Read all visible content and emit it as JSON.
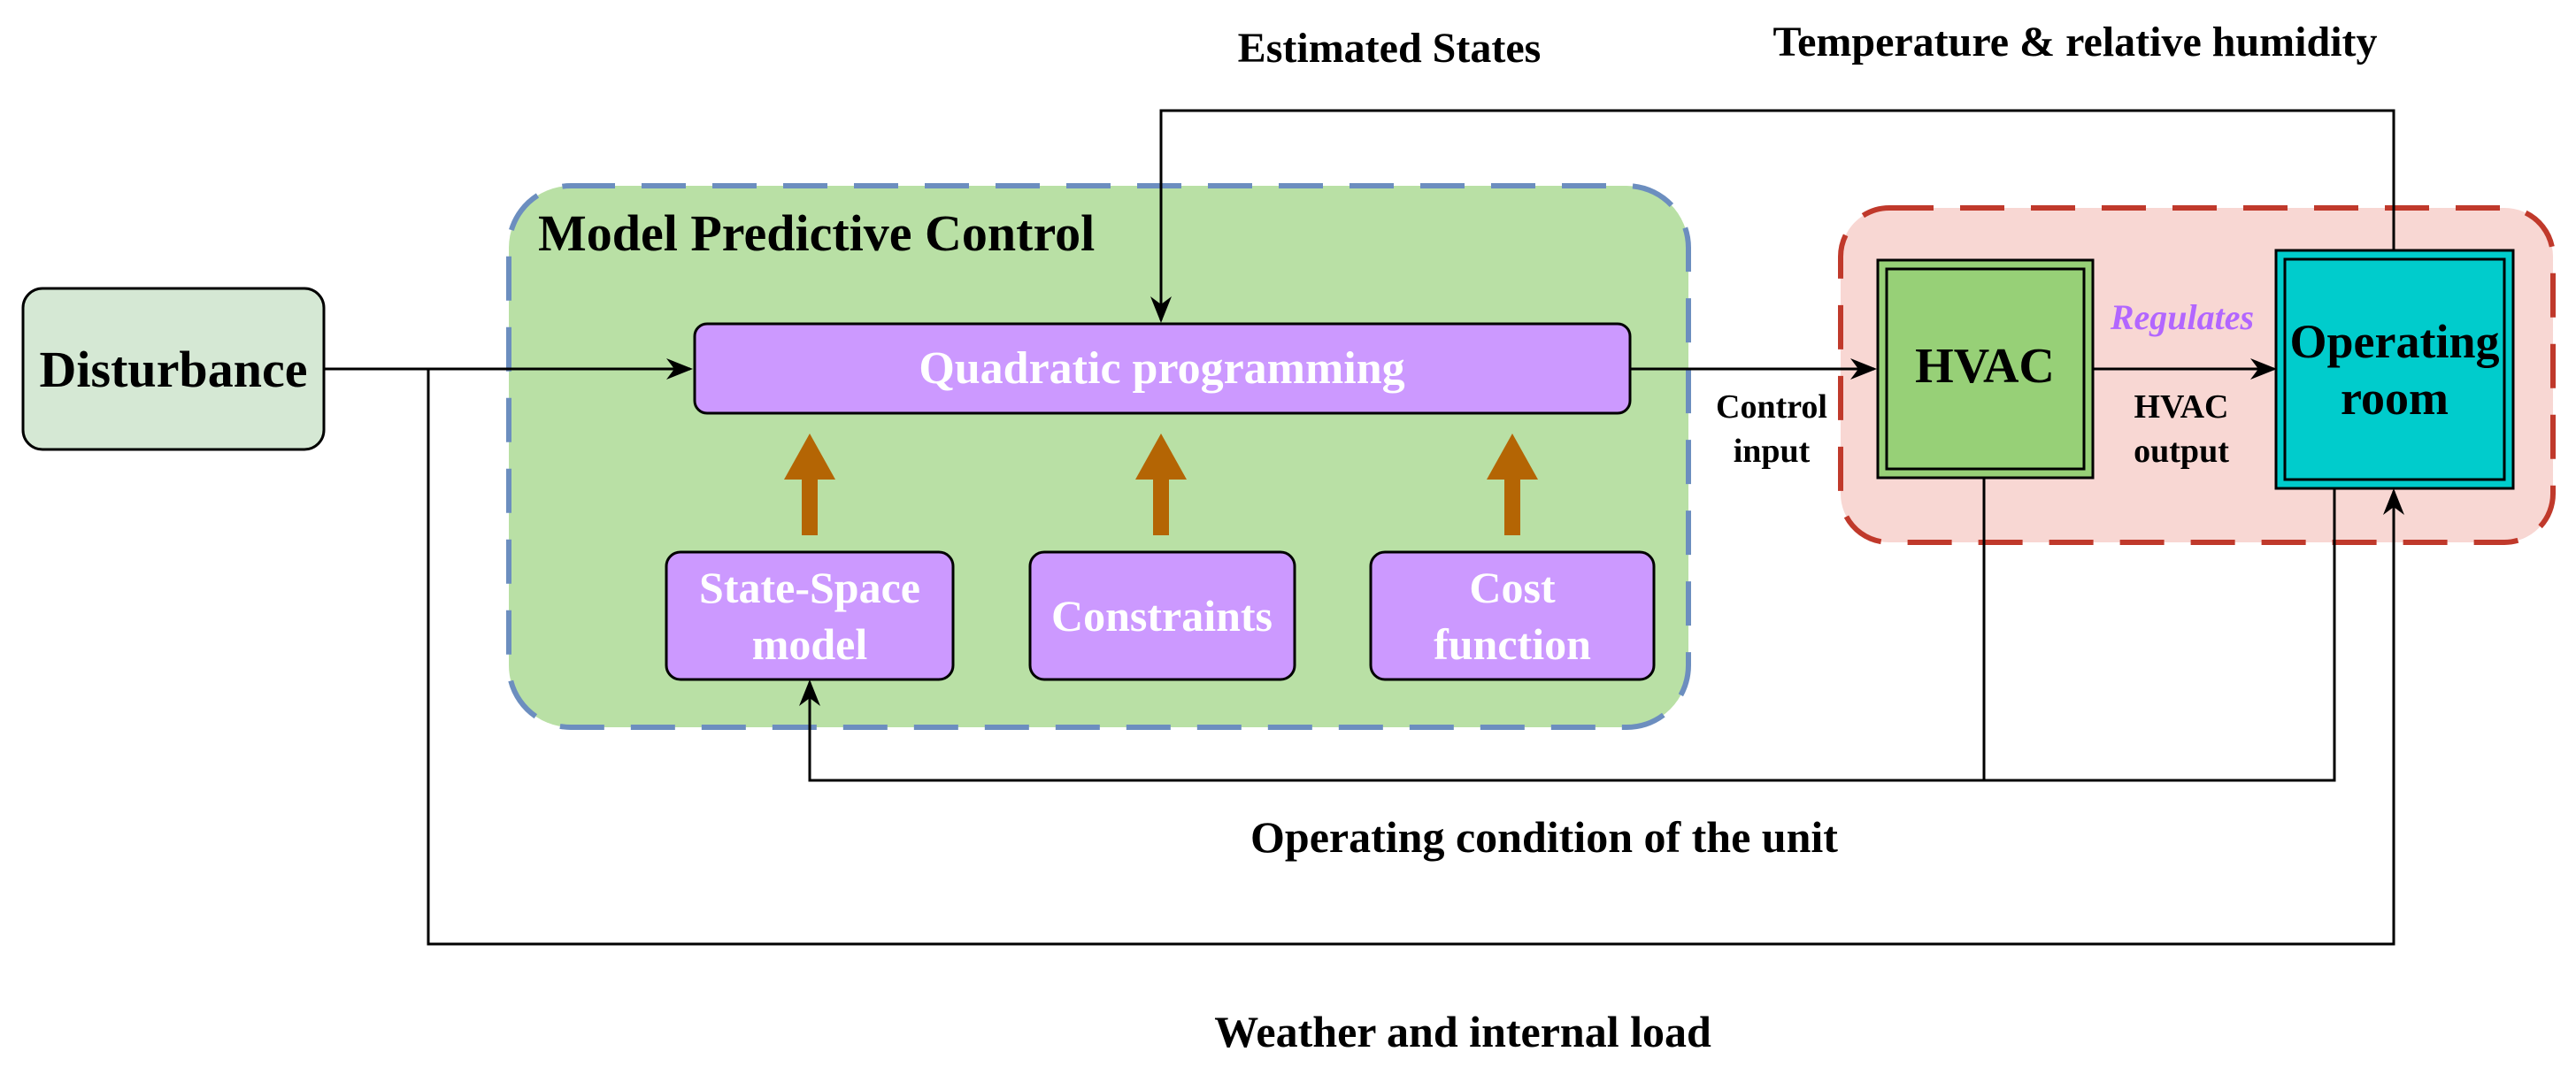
{
  "labels": {
    "estimated_states": "Estimated States",
    "temperature_humidity": "Temperature & relative humidity",
    "operating_condition": "Operating condition of the unit",
    "weather_load": "Weather and internal load",
    "control_input_1": "Control",
    "control_input_2": "input",
    "hvac_output_1": "HVAC",
    "hvac_output_2": "output",
    "regulates": "Regulates"
  },
  "blocks": {
    "disturbance": "Disturbance",
    "mpc_title": "Model Predictive Control",
    "qp": "Quadratic programming",
    "state_space_1": "State-Space",
    "state_space_2": "model",
    "constraints": "Constraints",
    "cost_1": "Cost",
    "cost_2": "function",
    "hvac": "HVAC",
    "operating_room_1": "Operating",
    "operating_room_2": "room"
  },
  "colors": {
    "disturbance_fill": "#d5e8d4",
    "mpc_fill": "#b9e0a5",
    "mpc_border": "#6c8ebf",
    "purple_fill": "#cc99ff",
    "plant_fill": "#f8d7d3",
    "plant_border": "#c0392b",
    "hvac_fill": "#97d077",
    "room_fill": "#00cccc",
    "arrow_orange": "#b46504",
    "regulates_text": "#b266ff"
  }
}
